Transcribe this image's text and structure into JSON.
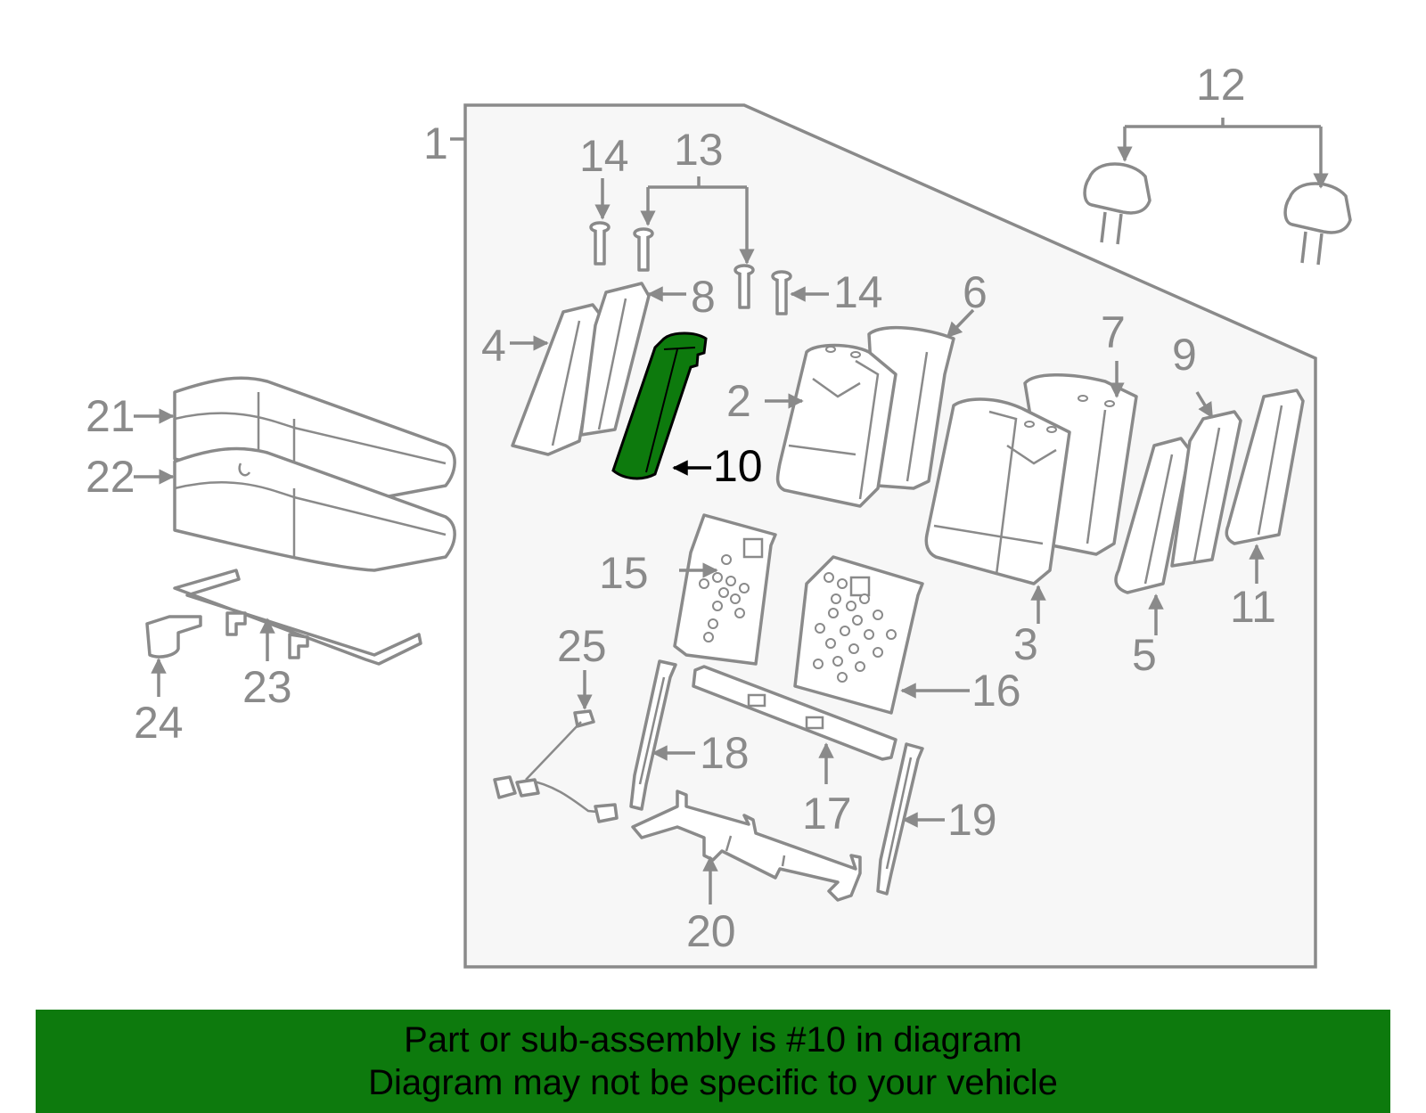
{
  "diagram": {
    "highlighted_part": "10",
    "colors": {
      "highlight": "#0d7a0d",
      "line": "#8a8a8a",
      "panel": "#f7f7f7"
    },
    "callouts": {
      "c1": "1",
      "c2": "2",
      "c3": "3",
      "c4": "4",
      "c5": "5",
      "c6": "6",
      "c7": "7",
      "c8": "8",
      "c9": "9",
      "c10": "10",
      "c11": "11",
      "c12": "12",
      "c13": "13",
      "c14a": "14",
      "c14b": "14",
      "c15": "15",
      "c16": "16",
      "c17": "17",
      "c18": "18",
      "c19": "19",
      "c20": "20",
      "c21": "21",
      "c22": "22",
      "c23": "23",
      "c24": "24",
      "c25": "25"
    }
  },
  "banner": {
    "line1": "Part or sub-assembly is #10 in diagram",
    "line2": "Diagram may not be specific to your vehicle"
  }
}
